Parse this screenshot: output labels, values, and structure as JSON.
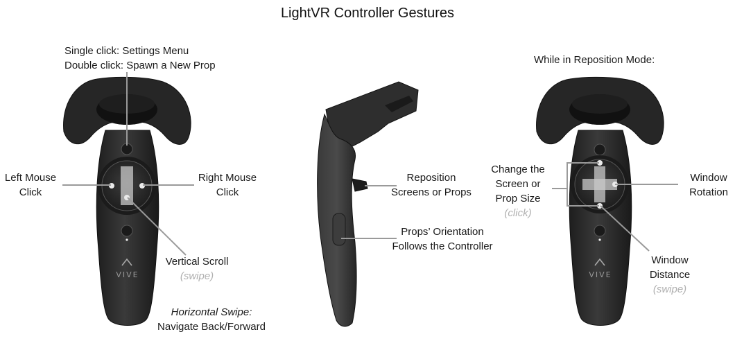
{
  "title": "LightVR Controller Gestures",
  "left": {
    "menu_single": "Single click:   Settings Menu",
    "menu_double": "Double click: Spawn a New Prop",
    "left_click_1": "Left Mouse",
    "left_click_2": "Click",
    "right_click_1": "Right Mouse",
    "right_click_2": "Click",
    "vscroll": "Vertical Scroll",
    "vscroll_hint": "(swipe)",
    "hswipe_title": "Horizontal Swipe:",
    "hswipe_desc": "Navigate Back/Forward",
    "brand": "VIVE"
  },
  "middle": {
    "grip_1": "Reposition",
    "grip_2": "Screens or Props",
    "trigger_1": "Props’ Orientation",
    "trigger_2": "Follows the Controller"
  },
  "right": {
    "header": "While in Reposition Mode:",
    "size_1": "Change the",
    "size_2": "Screen or",
    "size_3": "Prop Size",
    "size_hint": "(click)",
    "rotation_1": "Window",
    "rotation_2": "Rotation",
    "distance_1": "Window",
    "distance_2": "Distance",
    "distance_hint": "(swipe)",
    "brand": "VIVE"
  },
  "colors": {
    "controller_body": "#2b2b2b",
    "controller_ring": "#1c1c1c",
    "leader_line": "#9a9a9a",
    "touch_marker": "#c9c9c9",
    "hint_text": "#b0b0b0"
  }
}
